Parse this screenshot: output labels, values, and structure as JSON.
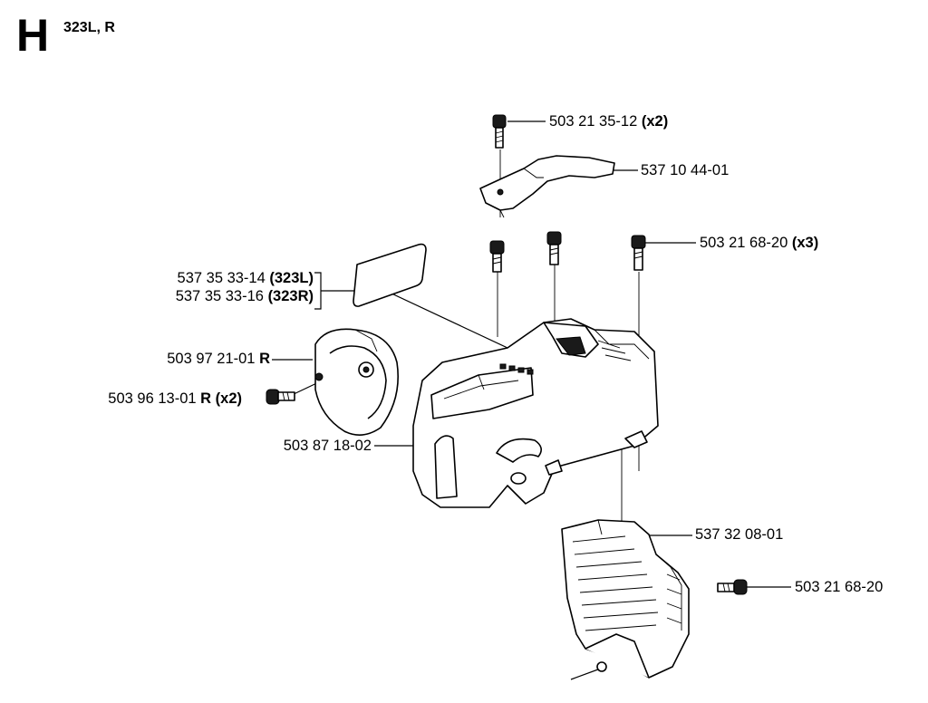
{
  "header": {
    "section": "H",
    "models": "323L, R"
  },
  "parts": [
    {
      "id": "screw-top",
      "number": "503 21 35-12",
      "suffix": "(x2)"
    },
    {
      "id": "top-cover",
      "number": "537 10 44-01",
      "suffix": ""
    },
    {
      "id": "screw-mid",
      "number": "503 21 68-20",
      "suffix": "(x3)"
    },
    {
      "id": "decal-l",
      "number": "537 35 33-14",
      "suffix": "(323L)"
    },
    {
      "id": "decal-r",
      "number": "537 35 33-16",
      "suffix": "(323R)"
    },
    {
      "id": "cup",
      "number": "503 97 21-01",
      "suffix": "R"
    },
    {
      "id": "screw-cup",
      "number": "503 96 13-01",
      "suffix": "R (x2)"
    },
    {
      "id": "housing",
      "number": "503 87 18-02",
      "suffix": ""
    },
    {
      "id": "cylinder-cover",
      "number": "537 32 08-01",
      "suffix": ""
    },
    {
      "id": "screw-side",
      "number": "503 21 68-20",
      "suffix": ""
    }
  ]
}
